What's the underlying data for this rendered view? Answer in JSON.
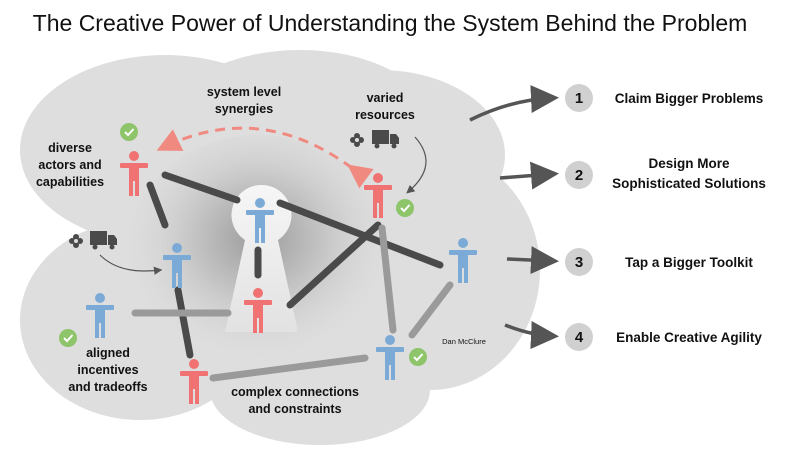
{
  "title": "The Creative Power of Understanding the System Behind the Problem",
  "labels": {
    "synergies_line1": "system level",
    "synergies_line2": "synergies",
    "resources_line1": "varied",
    "resources_line2": "resources",
    "actors_line1": "diverse",
    "actors_line2": "actors and",
    "actors_line3": "capabilities",
    "incentives_line1": "aligned",
    "incentives_line2": "incentives",
    "incentives_line3": "and tradeoffs",
    "connections_line1": "complex connections",
    "connections_line2": "and constraints",
    "credit": "Dan McClure"
  },
  "outcomes": [
    {
      "number": "1",
      "line1": "Claim Bigger Problems",
      "line2": ""
    },
    {
      "number": "2",
      "line1": "Design More",
      "line2": "Sophisticated Solutions"
    },
    {
      "number": "3",
      "line1": "Tap a Bigger Toolkit",
      "line2": ""
    },
    {
      "number": "4",
      "line1": "Enable Creative Agility",
      "line2": ""
    }
  ],
  "colors": {
    "red_person": "#f07272",
    "blue_person": "#7baad6",
    "check_green": "#8ec46a",
    "cloud": "#dedede",
    "connector": "#4a4a4a",
    "connector_light": "#9a9a9a",
    "dashed_arrow": "#f08a80",
    "number_circle": "#d0d0d0"
  },
  "icons": [
    "person-icon",
    "check-icon",
    "flower-icon",
    "truck-icon",
    "keyhole-icon",
    "arrow-icon"
  ]
}
